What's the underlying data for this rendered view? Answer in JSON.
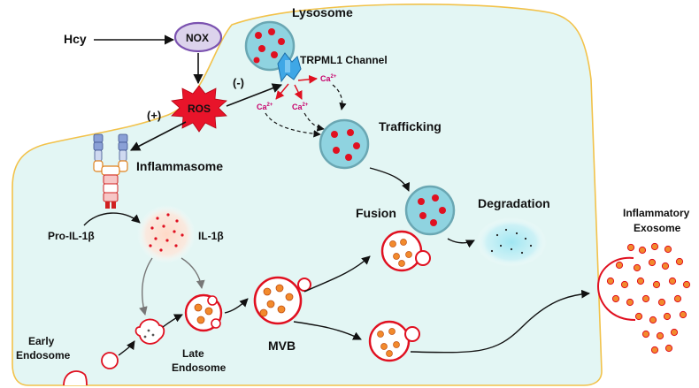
{
  "labels": {
    "hcy": "Hcy",
    "nox": "NOX",
    "ros": "ROS",
    "lysosome": "Lysosome",
    "trpml1": "TRPML1 Channel",
    "minus": "(-)",
    "plus": "(+)",
    "ca": "Ca",
    "ca_sup": "2+",
    "trafficking": "Trafficking",
    "inflammasome": "Inflammasome",
    "pro_il1b": "Pro-IL-1β",
    "il1b": "IL-1β",
    "fusion": "Fusion",
    "degradation": "Degradation",
    "inflammatory_exosome_1": "Inflammatory",
    "inflammatory_exosome_2": "Exosome",
    "early_endosome_1": "Early",
    "early_endosome_2": "Endosome",
    "late_endosome_1": "Late",
    "late_endosome_2": "Endosome",
    "mvb": "MVB"
  },
  "colors": {
    "cell_fill": "#e3f6f4",
    "cell_border": "#f2c24a",
    "nox_fill": "#dcd3ec",
    "nox_border": "#7b52b0",
    "ros_fill": "#e8142a",
    "lysosome_fill": "#8fd3e0",
    "lysosome_border": "#6aa7b3",
    "channel": "#3fa7e6",
    "vesicle_red": "#e01020",
    "exosome_orange": "#f28a2c",
    "calcium": "#c8006a"
  }
}
